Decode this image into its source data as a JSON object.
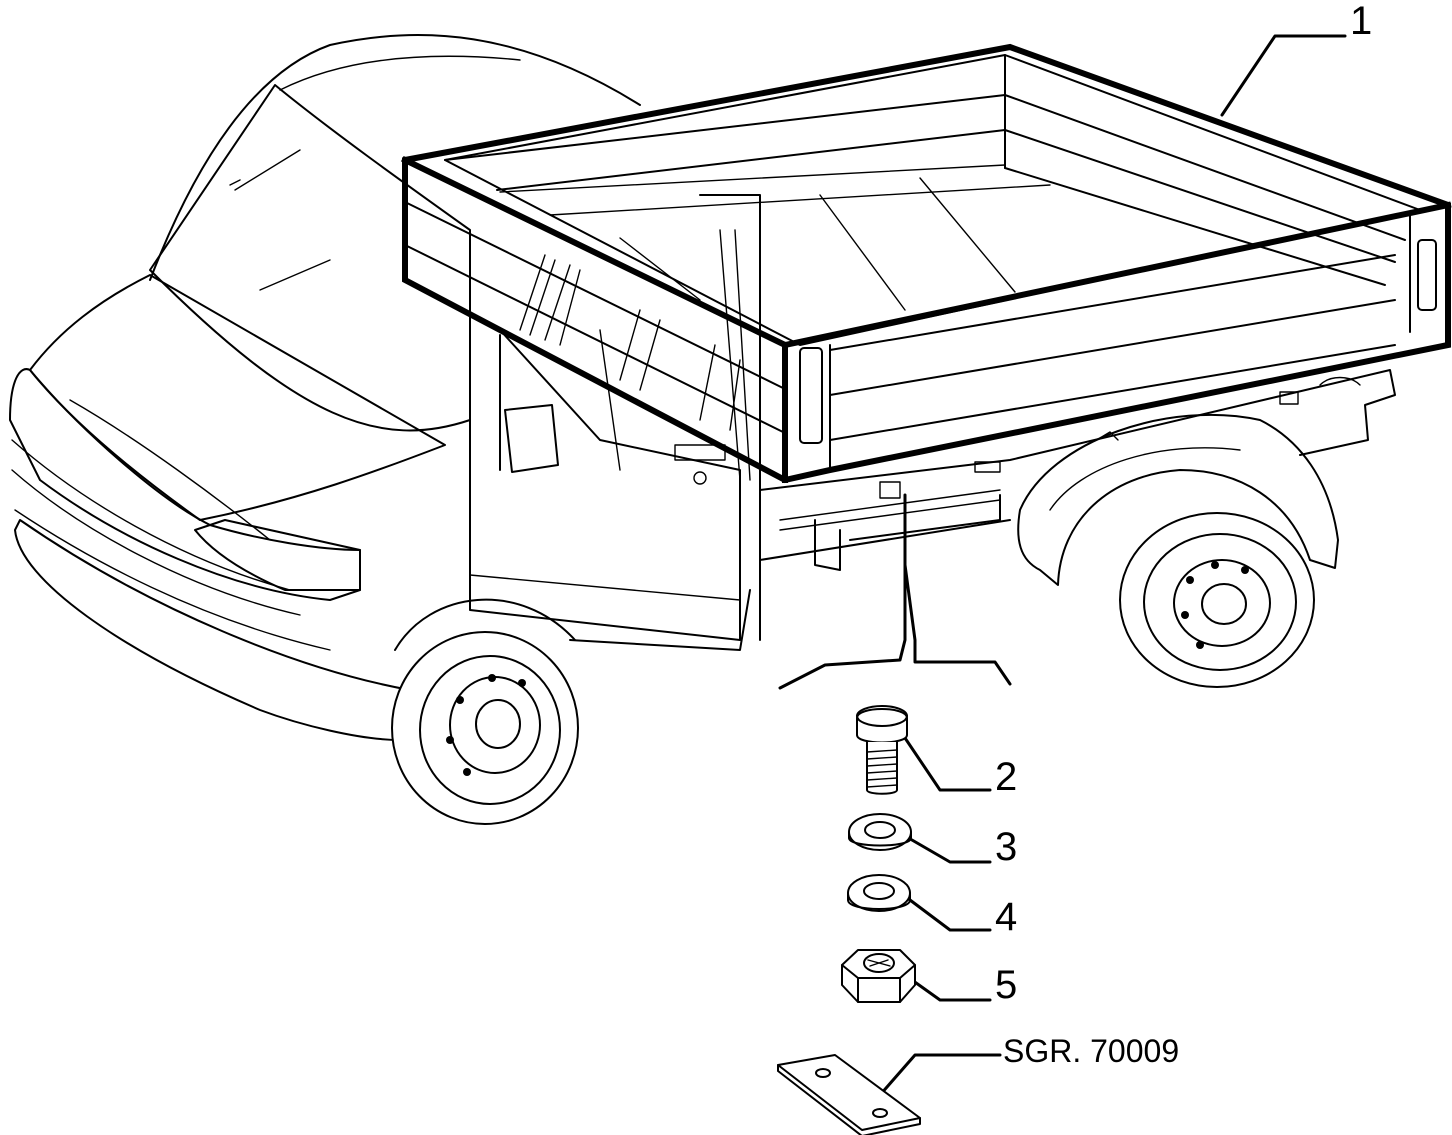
{
  "diagram": {
    "callouts": [
      {
        "label": "1",
        "part": "cargo-body"
      },
      {
        "label": "2",
        "part": "bolt"
      },
      {
        "label": "3",
        "part": "washer"
      },
      {
        "label": "4",
        "part": "washer"
      },
      {
        "label": "5",
        "part": "nut"
      }
    ],
    "reference_label": "SGR. 70009"
  }
}
